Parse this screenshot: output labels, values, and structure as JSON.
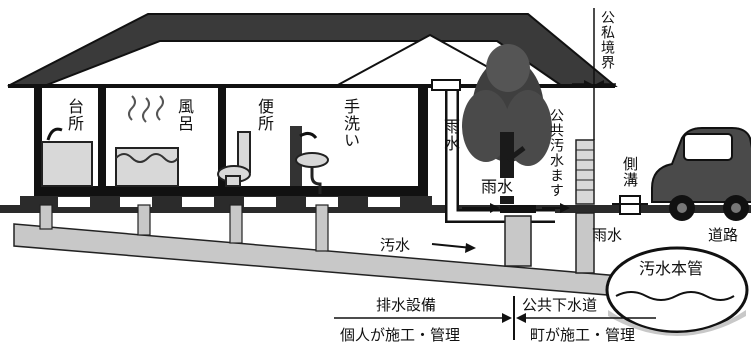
{
  "rooms": {
    "kitchen": "台所",
    "bath": "風呂",
    "toilet": "便所",
    "washbasin": "手洗い"
  },
  "labels": {
    "rainwater_pipe": "雨水",
    "rainwater_tree": "雨水",
    "rainwater_gutter": "雨水",
    "public_basin": "公共汚水ます",
    "boundary": "公私境界",
    "side_ditch": "側溝",
    "road": "道路",
    "sewage": "汚水",
    "main_sewer": "汚水本管"
  },
  "legend": {
    "drainage_facility": "排水設備",
    "public_sewer": "公共下水道",
    "private_work": "個人が施工・管理",
    "town_work": "町が施工・管理"
  }
}
